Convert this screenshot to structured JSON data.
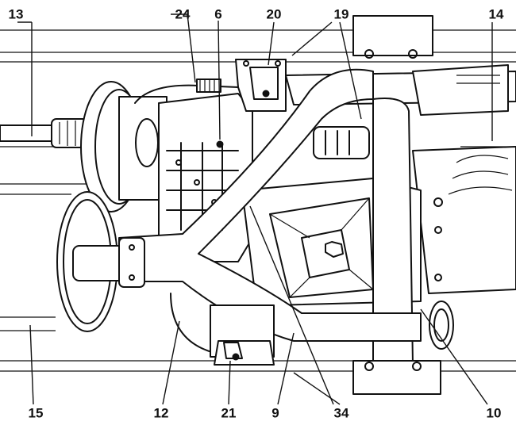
{
  "callouts": [
    {
      "id": "13",
      "text": "13"
    },
    {
      "id": "24",
      "text": "24"
    },
    {
      "id": "6",
      "text": "6"
    },
    {
      "id": "20",
      "text": "20"
    },
    {
      "id": "19",
      "text": "19"
    },
    {
      "id": "14",
      "text": "14"
    },
    {
      "id": "15",
      "text": "15"
    },
    {
      "id": "12",
      "text": "12"
    },
    {
      "id": "21",
      "text": "21"
    },
    {
      "id": "9",
      "text": "9"
    },
    {
      "id": "34",
      "text": "34"
    },
    {
      "id": "10",
      "text": "10"
    }
  ]
}
